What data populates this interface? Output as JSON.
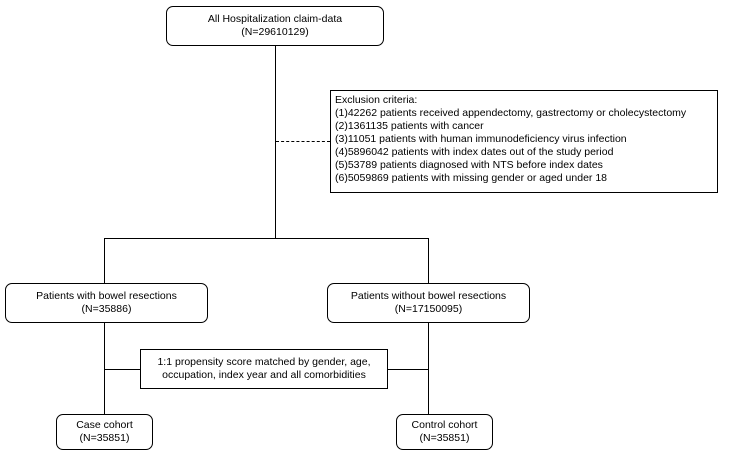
{
  "top_box": {
    "title": "All Hospitalization claim-data",
    "count": "(N=29610129)"
  },
  "exclusion": {
    "heading": "Exclusion criteria:",
    "items": [
      "(1)42262 patients received appendectomy, gastrectomy or cholecystectomy",
      "(2)1361135 patients with cancer",
      "(3)11051 patients with human immunodeficiency virus infection",
      "(4)5896042 patients with index dates out of the study period",
      "(5)53789 patients diagnosed with NTS before index dates",
      "(6)5059869 patients with missing gender or aged under 18"
    ]
  },
  "left_group": {
    "title": "Patients with bowel resections",
    "count": "(N=35886)"
  },
  "right_group": {
    "title": "Patients without bowel resections",
    "count": "(N=17150095)"
  },
  "matching": {
    "line1": "1:1 propensity score matched by gender, age,",
    "line2": "occupation, index year and all comorbidities"
  },
  "case_cohort": {
    "title": "Case cohort",
    "count": "(N=35851)"
  },
  "control_cohort": {
    "title": "Control cohort",
    "count": "(N=35851)"
  }
}
